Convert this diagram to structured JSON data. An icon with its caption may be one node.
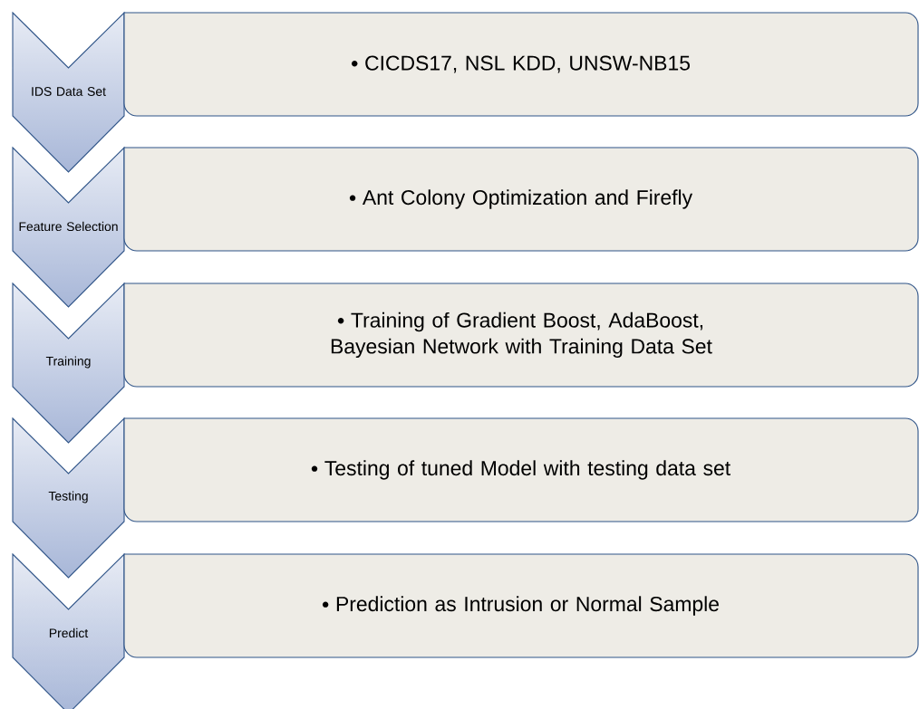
{
  "diagram": {
    "nodes": [
      {
        "text": [
          "IDS Data Set"
        ]
      },
      {
        "text": [
          "CICDS17, NSL KDD, UNSW-NB15"
        ]
      },
      {
        "text": [
          "Feature Selection"
        ]
      },
      {
        "text": [
          "Ant Colony Optimization and Firefly"
        ]
      },
      {
        "text": [
          "Training"
        ]
      },
      {
        "text": [
          "Training of Gradient Boost, AdaBoost, Bayesian Network with Training Data Set"
        ]
      },
      {
        "text": [
          "Testing"
        ]
      },
      {
        "text": [
          "Testing of tuned Model with testing data set"
        ]
      },
      {
        "text": [
          "Predict"
        ]
      },
      {
        "text": [
          "Prediction as Intrusion or Normal Sample"
        ]
      }
    ]
  }
}
